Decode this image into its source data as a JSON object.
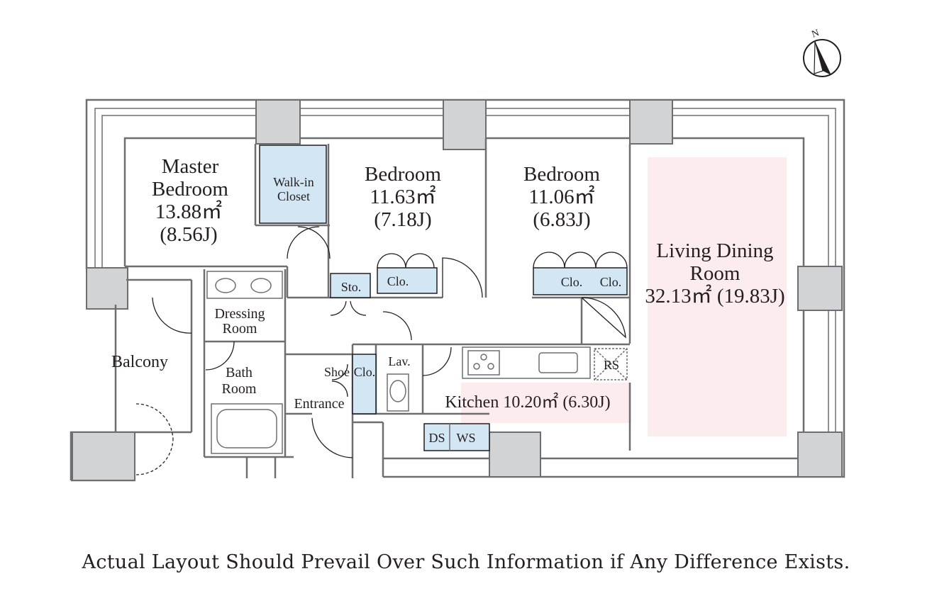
{
  "compass": {
    "label": "N"
  },
  "rooms": {
    "master_bedroom": {
      "line1": "Master",
      "line2": "Bedroom",
      "area": "13.88㎡",
      "jo": "(8.56J)"
    },
    "walk_in_closet": {
      "line1": "Walk-in",
      "line2": "Closet"
    },
    "bedroom_2": {
      "name": "Bedroom",
      "area": "11.63㎡",
      "jo": "(7.18J)"
    },
    "bedroom_3": {
      "name": "Bedroom",
      "area": "11.06㎡",
      "jo": "(6.83J)"
    },
    "living_dining": {
      "line1": "Living Dining",
      "line2": "Room",
      "area": "32.13㎡ (19.83J)"
    },
    "dressing_room": {
      "line1": "Dressing",
      "line2": "Room"
    },
    "bath_room": {
      "line1": "Bath",
      "line2": "Room"
    },
    "balcony": {
      "name": "Balcony"
    },
    "entrance": {
      "name": "Entrance"
    },
    "kitchen": {
      "name": "Kitchen 10.20㎡ (6.30J)"
    }
  },
  "fixtures": {
    "sto": "Sto.",
    "clo_bed2": "Clo.",
    "clo_bed3_a": "Clo.",
    "clo_bed3_b": "Clo.",
    "shoe": "Shoe",
    "shoe_clo": "Clo.",
    "lav": "Lav.",
    "rs": "RS",
    "ds": "DS",
    "ws": "WS"
  },
  "colors": {
    "storage_fill": "#d3e6f3",
    "living_highlight": "#fdeced",
    "kitchen_highlight": "#fdeced",
    "column_fill": "#d1d3d4",
    "wall_stroke": "#6d6e71"
  },
  "disclaimer": "Actual Layout Should Prevail Over Such Information if Any Difference Exists."
}
